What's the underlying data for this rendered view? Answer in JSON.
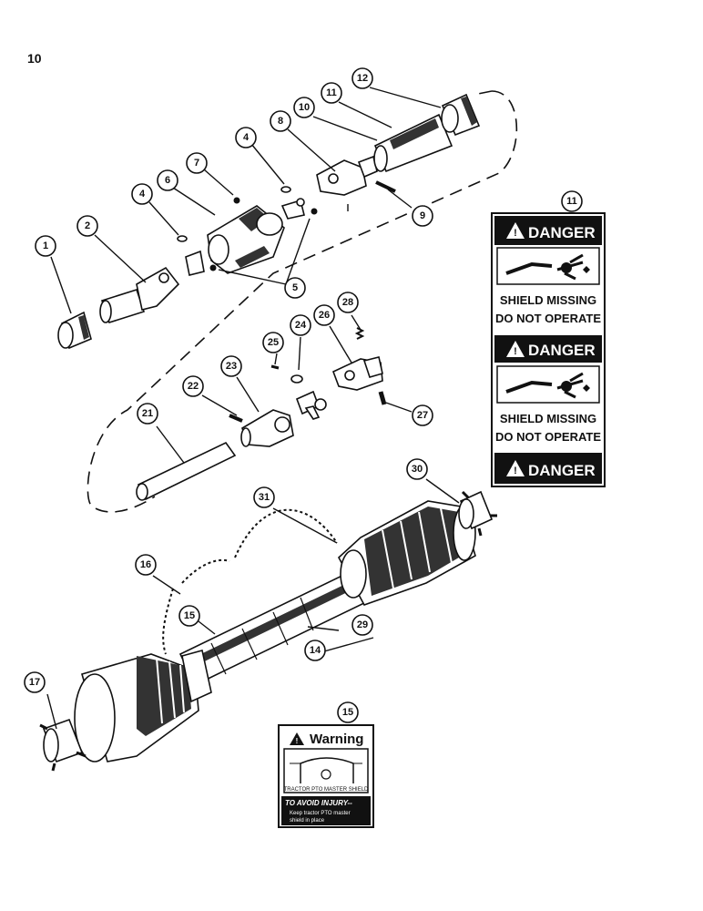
{
  "page_number": "10",
  "callouts": {
    "c1": "1",
    "c2": "2",
    "c4a": "4",
    "c4b": "4",
    "c5": "5",
    "c6": "6",
    "c7": "7",
    "c8": "8",
    "c9": "9",
    "c10": "10",
    "c11": "11",
    "c11b": "11",
    "c12": "12",
    "c14": "14",
    "c15": "15",
    "c15b": "15",
    "c16": "16",
    "c17": "17",
    "c21": "21",
    "c22": "22",
    "c23": "23",
    "c24": "24",
    "c25": "25",
    "c26": "26",
    "c27": "27",
    "c28": "28",
    "c29": "29",
    "c30": "30",
    "c31": "31"
  },
  "danger_decal": {
    "header1": "DANGER",
    "line1a": "SHIELD MISSING",
    "line1b": "DO NOT OPERATE",
    "header2": "DANGER",
    "line2a": "SHIELD MISSING",
    "line2b": "DO NOT OPERATE",
    "header3": "DANGER"
  },
  "warning_decal": {
    "title": "Warning",
    "caption": "TRACTOR PTO MASTER SHIELD",
    "avoid": "TO AVOID INJURY--",
    "body1": "Keep tractor PTO master",
    "body2": "shield in place"
  }
}
